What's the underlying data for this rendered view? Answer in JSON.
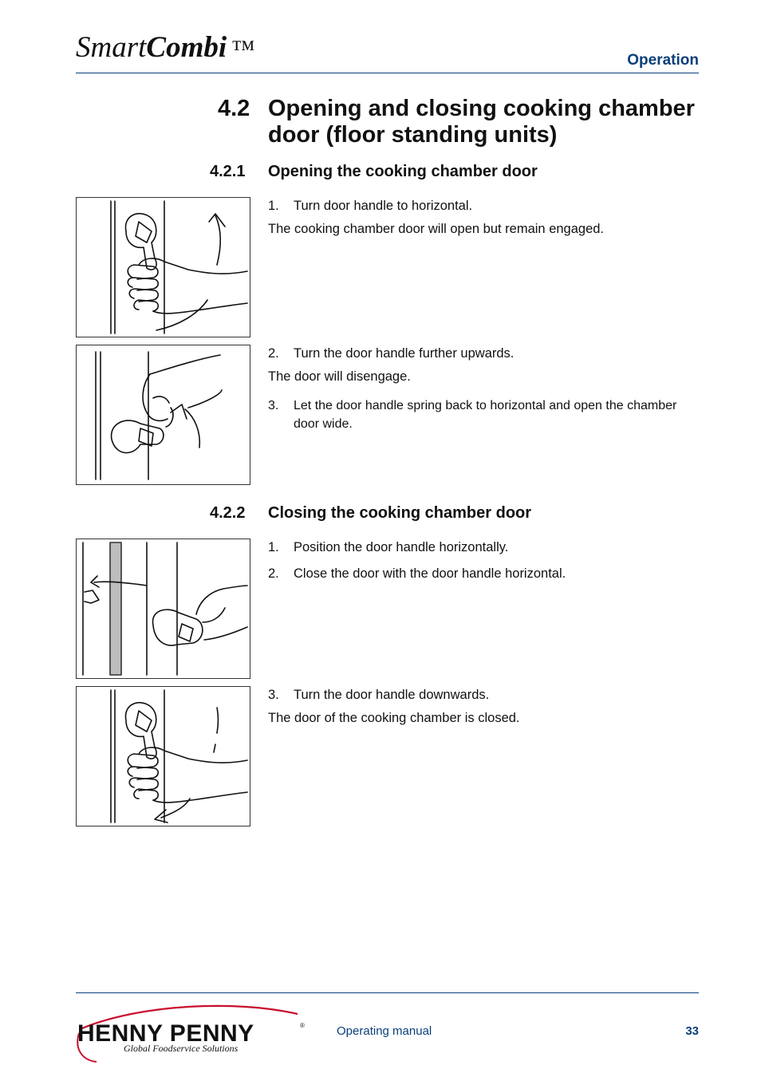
{
  "header": {
    "brand_regular": "Smart",
    "brand_bold": "Combi",
    "brand_tm": "™",
    "section": "Operation"
  },
  "title": {
    "number": "4.2",
    "text": "Opening and closing cooking chamber door (floor standing units)"
  },
  "sections": [
    {
      "number": "4.2.1",
      "heading": "Opening the cooking chamber door",
      "blocks": [
        {
          "figure": "hand-turning-handle-up-icon",
          "steps": [
            {
              "n": "1.",
              "text": "Turn door handle to horizontal."
            }
          ],
          "result": "The cooking chamber door will open but remain engaged."
        },
        {
          "figure": "hand-lifting-handle-icon",
          "steps": [
            {
              "n": "2.",
              "text": "Turn the door handle further upwards."
            }
          ],
          "result": "The door will disengage.",
          "steps_after": [
            {
              "n": "3.",
              "text": "Let the door handle spring back to horizontal and open the chamber door wide."
            }
          ]
        }
      ]
    },
    {
      "number": "4.2.2",
      "heading": "Closing the cooking chamber door",
      "blocks": [
        {
          "figure": "hand-closing-door-icon",
          "steps": [
            {
              "n": "1.",
              "text": "Position the door handle horizontally."
            },
            {
              "n": "2.",
              "text": "Close the door with the door handle horizontal."
            }
          ]
        },
        {
          "figure": "hand-turning-handle-down-icon",
          "steps": [
            {
              "n": "3.",
              "text": "Turn the door handle downwards."
            }
          ],
          "result": "The door of the cooking chamber is closed."
        }
      ]
    }
  ],
  "footer": {
    "logo_text": "HENNY PENNY",
    "logo_tagline": "Global Foodservice Solutions",
    "document": "Operating manual",
    "page": "33"
  },
  "colors": {
    "accent": "#0a3f7a",
    "logo_red": "#c8102e"
  }
}
